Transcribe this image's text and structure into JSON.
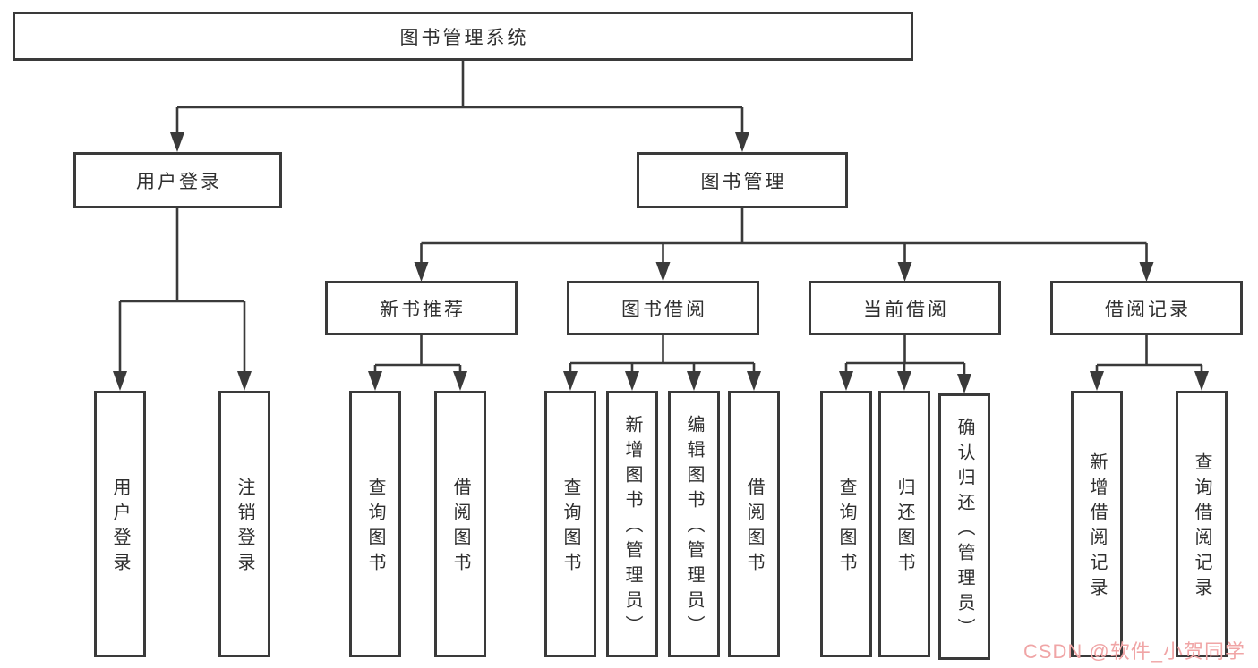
{
  "diagram": {
    "type": "tree",
    "root": {
      "label": "图书管理系统"
    },
    "level2": [
      {
        "label": "用户登录"
      },
      {
        "label": "图书管理"
      }
    ],
    "level3": [
      {
        "label": "新书推荐"
      },
      {
        "label": "图书借阅"
      },
      {
        "label": "当前借阅"
      },
      {
        "label": "借阅记录"
      }
    ],
    "leaves": {
      "user_login": [
        {
          "label": "用户登录"
        },
        {
          "label": "注销登录"
        }
      ],
      "new_book": [
        {
          "label": "查询图书"
        },
        {
          "label": "借阅图书"
        }
      ],
      "book_borrow": [
        {
          "label": "查询图书"
        },
        {
          "label": "新增图书（管理员）"
        },
        {
          "label": "编辑图书（管理员）"
        },
        {
          "label": "借阅图书"
        }
      ],
      "current_borrow": [
        {
          "label": "查询图书"
        },
        {
          "label": "归还图书"
        },
        {
          "label": "确认归还（管理员）"
        }
      ],
      "borrow_records": [
        {
          "label": "新增借阅记录"
        },
        {
          "label": "查询借阅记录"
        }
      ]
    },
    "colors": {
      "line": "#3a3a3a",
      "box_border": "#3a3a3a",
      "box_fill": "#ffffff",
      "text": "#2f2f2f",
      "background": "#ffffff"
    }
  },
  "watermark": {
    "text": "CSDN @软件_小贺同学",
    "color": "#f0a5a6"
  }
}
